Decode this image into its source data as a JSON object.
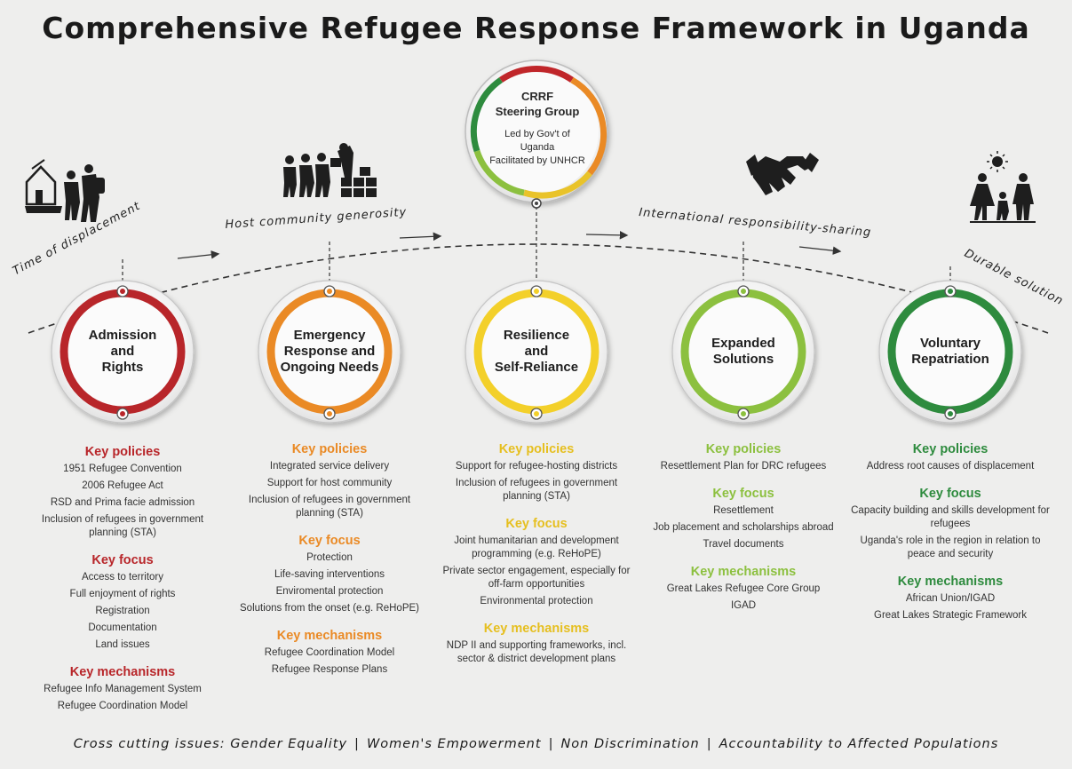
{
  "title": "Comprehensive Refugee Response Framework in Uganda",
  "steering": {
    "title_line1": "CRRF",
    "title_line2": "Steering Group",
    "sub_line1": "Led by Gov't of Uganda",
    "sub_line2": "Facilitated by UNHCR"
  },
  "arc_labels": {
    "displacement": "Time of displacement",
    "host": "Host community generosity",
    "international": "International responsibility-sharing",
    "durable": "Durable solution"
  },
  "colors": {
    "red": "#b8262a",
    "orange": "#ea8a25",
    "yellow": "#f3d02a",
    "lightgreen": "#8cc03f",
    "darkgreen": "#2e8b3e"
  },
  "stages": [
    {
      "name_lines": [
        "Admission",
        "and",
        "Rights"
      ],
      "color": "#b8262a",
      "policies_title": "Key policies",
      "policies": [
        "1951 Refugee Convention",
        "2006 Refugee Act",
        "RSD and Prima facie admission",
        "Inclusion of refugees in government planning (STA)"
      ],
      "focus_title": "Key focus",
      "focus": [
        "Access to territory",
        "Full enjoyment of rights",
        "Registration",
        "Documentation",
        "Land issues"
      ],
      "mechanisms_title": "Key mechanisms",
      "mechanisms": [
        "Refugee Info Management System",
        "Refugee Coordination Model"
      ]
    },
    {
      "name_lines": [
        "Emergency",
        "Response and",
        "Ongoing Needs"
      ],
      "color": "#ea8a25",
      "policies_title": "Key policies",
      "policies": [
        "Integrated service delivery",
        "Support for host community",
        "Inclusion of refugees in government planning (STA)"
      ],
      "focus_title": "Key focus",
      "focus": [
        "Protection",
        "Life-saving interventions",
        "Enviromental protection",
        "Solutions from the onset (e.g. ReHoPE)"
      ],
      "mechanisms_title": "Key mechanisms",
      "mechanisms": [
        "Refugee Coordination Model",
        "Refugee Response Plans"
      ]
    },
    {
      "name_lines": [
        "Resilience",
        "and",
        "Self-Reliance"
      ],
      "color": "#f3d02a",
      "policies_title": "Key policies",
      "policies": [
        "Support for refugee-hosting districts",
        "Inclusion of refugees in government planning (STA)"
      ],
      "focus_title": "Key focus",
      "focus": [
        "Joint humanitarian and development programming (e.g. ReHoPE)",
        "Private sector engagement, especially for off-farm opportunities",
        "Environmental protection"
      ],
      "mechanisms_title": "Key mechanisms",
      "mechanisms": [
        "NDP II and supporting frameworks, incl. sector & district development plans"
      ]
    },
    {
      "name_lines": [
        "Expanded",
        "Solutions"
      ],
      "color": "#8cc03f",
      "policies_title": "Key policies",
      "policies": [
        "Resettlement Plan for DRC refugees"
      ],
      "focus_title": "Key focus",
      "focus": [
        "Resettlement",
        "Job placement and scholarships abroad",
        "Travel documents"
      ],
      "mechanisms_title": "Key mechanisms",
      "mechanisms": [
        "Great Lakes Refugee Core Group",
        "IGAD"
      ]
    },
    {
      "name_lines": [
        "Voluntary",
        "Repatriation"
      ],
      "color": "#2e8b3e",
      "policies_title": "Key policies",
      "policies": [
        "Address root causes of displacement"
      ],
      "focus_title": "Key focus",
      "focus": [
        "Capacity building and skills development for refugees",
        "Uganda's role in the region in relation to peace and security"
      ],
      "mechanisms_title": "Key mechanisms",
      "mechanisms": [
        "African Union/IGAD",
        "Great Lakes Strategic Framework"
      ]
    }
  ],
  "footer": {
    "items": [
      "Cross cutting issues: Gender Equality",
      "Women's Empowerment",
      "Non Discrimination",
      "Accountability to Affected Populations"
    ],
    "separator": "|"
  },
  "icons": [
    "displaced-family-icon",
    "aid-distribution-icon",
    "handshake-icon",
    "family-sun-icon"
  ]
}
